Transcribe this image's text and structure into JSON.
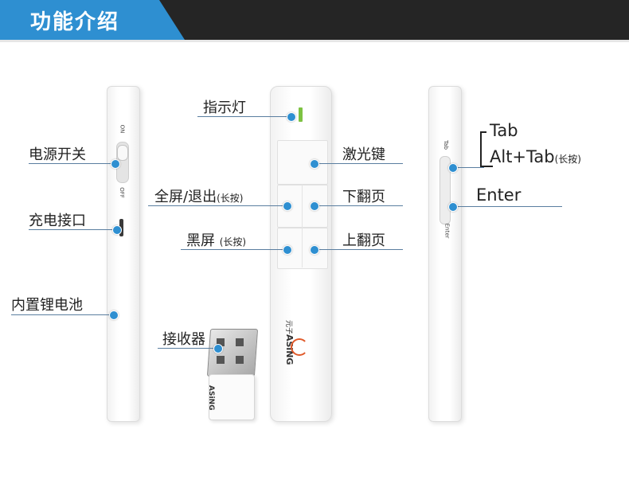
{
  "header": {
    "title": "功能介绍"
  },
  "labels": {
    "power_switch": "电源开关",
    "charge_port": "充电接口",
    "battery": "内置锂电池",
    "indicator": "指示灯",
    "laser": "激光键",
    "fullscreen": "全屏/退出",
    "fullscreen_hint": "(长按)",
    "page_down": "下翻页",
    "blackscreen": "黑屏",
    "blackscreen_hint": "(长按)",
    "page_up": "上翻页",
    "receiver": "接收器",
    "tab": "Tab",
    "alt_tab": "Alt+Tab",
    "alt_tab_hint": "(长按)",
    "enter": "Enter"
  },
  "device_text": {
    "switch_on": "ON",
    "switch_off": "OFF",
    "side_tab": "Tab",
    "side_enter": "Enter",
    "brand": "ASiNG",
    "brand_cn": "元子",
    "usb_brand": "ASiNG"
  },
  "colors": {
    "accent": "#2e8fd1",
    "header_dark": "#252525",
    "led": "#7dc242"
  }
}
